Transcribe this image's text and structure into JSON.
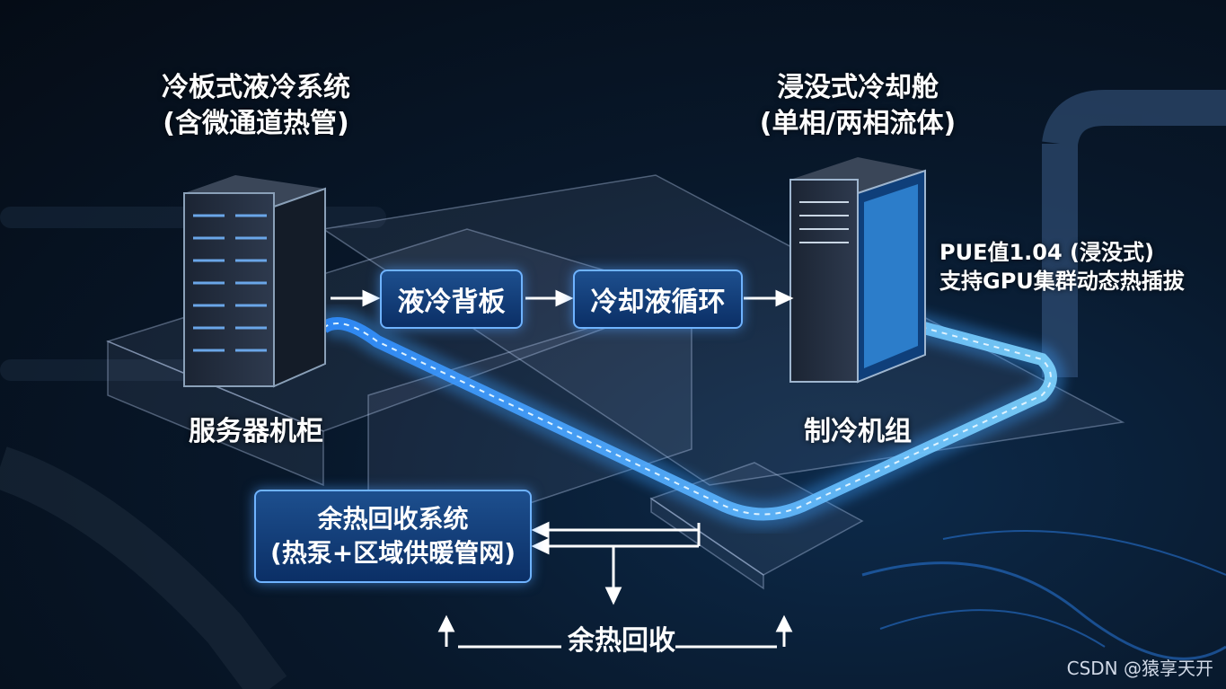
{
  "left_system": {
    "line1": "冷板式液冷系统",
    "line2": "(含微通道热管)"
  },
  "right_system": {
    "line1": "浸没式冷却舱",
    "line2": "(单相/两相流体)"
  },
  "pue_note": {
    "line1": "PUE值1.04 (浸没式)",
    "line2": "支持GPU集群动态热插拔"
  },
  "nodes": {
    "server_rack": "服务器机柜",
    "liquid_backplate": "液冷背板",
    "coolant_loop": "冷却液循环",
    "chiller": "制冷机组"
  },
  "heat_recovery_box": {
    "line1": "余热回收系统",
    "line2": "(热泵+区域供暖管网)"
  },
  "footer_label": "余热回收",
  "watermark": "CSDN @猿享天开",
  "colors": {
    "accent": "#6fb3ff",
    "box_fill": "#0b2f66",
    "glow": "#3ea0ff"
  }
}
